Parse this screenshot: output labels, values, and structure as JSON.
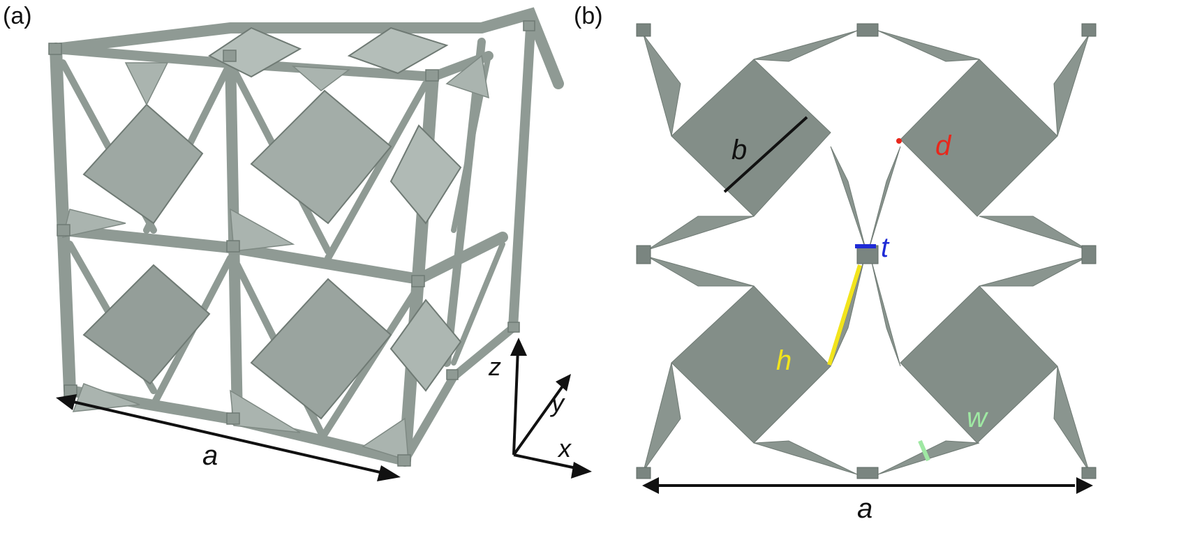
{
  "panels": {
    "a": {
      "label": "(a)"
    },
    "b": {
      "label": "(b)"
    }
  },
  "dimensions": {
    "a_left": "a",
    "a_right": "a"
  },
  "axes": {
    "x": "x",
    "y": "y",
    "z": "z"
  },
  "parameters": {
    "b": {
      "text": "b",
      "color": "#111111"
    },
    "d": {
      "text": "d",
      "color": "#e8271b"
    },
    "t": {
      "text": "t",
      "color": "#1f2bd6"
    },
    "h": {
      "text": "h",
      "color": "#f2e41c"
    },
    "w": {
      "text": "w",
      "color": "#9fe8a3"
    }
  },
  "colors": {
    "lattice": "#8f9a94",
    "lattice_dark": "#6f7a74",
    "lattice_light": "#b4beb9",
    "ink": "#111111"
  }
}
